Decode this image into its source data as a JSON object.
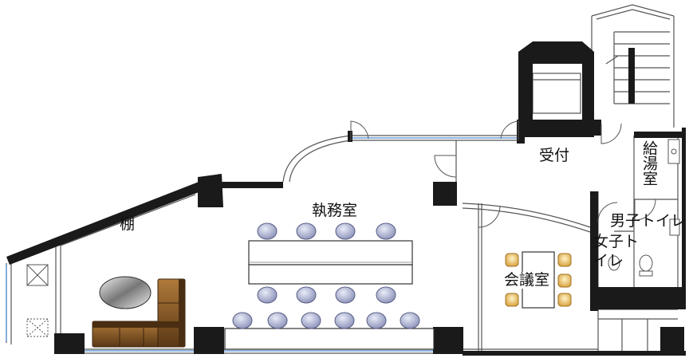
{
  "floorplan": {
    "rooms": {
      "office": "執務室",
      "reception": "受付",
      "shelf": "棚",
      "meeting": "会議室",
      "kitchenette": "給湯室",
      "mens_toilet": "男子トイレ",
      "womens_toilet": "女子トイレ"
    },
    "colors": {
      "wall": "#1a1a1a",
      "line": "#555555",
      "chair": "#9aa0c8",
      "table": "#ffffff",
      "meeting_chair": "#f0c060",
      "sofa": "#8a5a2a",
      "window": "#6a9ed8"
    },
    "icons": [
      "sofa-icon",
      "oval-table-icon",
      "stair-icon",
      "elevator-icon",
      "toilet-icon",
      "sink-icon"
    ]
  }
}
